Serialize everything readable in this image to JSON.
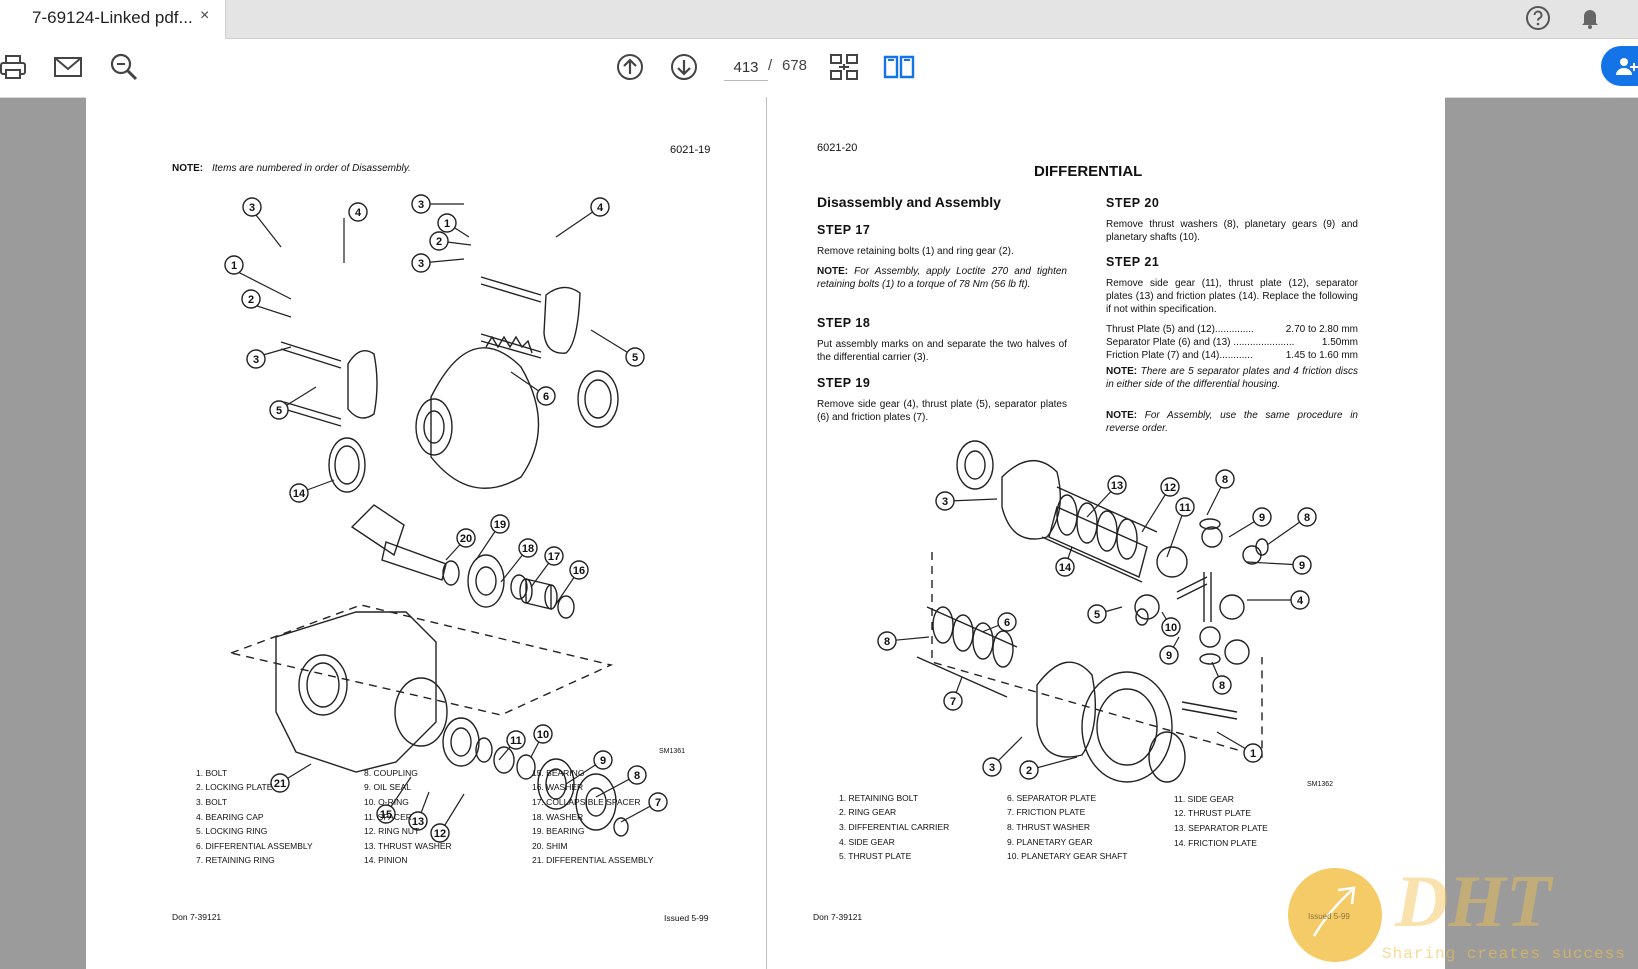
{
  "tab": {
    "title": "7-69124-Linked pdf...",
    "close": "×"
  },
  "toolbar": {
    "page_current": "413",
    "page_separator": "/",
    "page_total": "678"
  },
  "left_page": {
    "header_number": "6021-19",
    "note_label": "NOTE:",
    "note_text": "Items are numbered in order of Disassembly.",
    "figure_code": "SM1361",
    "callouts": [
      "3",
      "4",
      "1",
      "2",
      "3",
      "5",
      "3",
      "1",
      "2",
      "3",
      "4",
      "5",
      "6",
      "14",
      "20",
      "19",
      "18",
      "17",
      "16",
      "21",
      "15",
      "13",
      "12",
      "11",
      "10",
      "9",
      "8",
      "7"
    ],
    "legend": [
      [
        "1. BOLT",
        "2. LOCKING PLATE",
        "3. BOLT",
        "4. BEARING CAP",
        "5. LOCKING RING",
        "6. DIFFERENTIAL ASSEMBLY",
        "7. RETAINING RING"
      ],
      [
        "8. COUPLING",
        "9. OIL SEAL",
        "10. O-RING",
        "11. SPACER",
        "12. RING NUT",
        "13. THRUST WASHER",
        "14. PINION"
      ],
      [
        "15. BEARING",
        "16. WASHER",
        "17. COLLAPSIBLE SPACER",
        "18. WASHER",
        "19. BEARING",
        "20. SHIM",
        "21. DIFFERENTIAL ASSEMBLY"
      ]
    ],
    "footer_left": "Don 7-39121",
    "footer_right": "Issued 5-99"
  },
  "right_page": {
    "header_number": "6021-20",
    "title": "DIFFERENTIAL",
    "subtitle": "Disassembly and Assembly",
    "step17_title": "STEP  17",
    "step17_text": "Remove retaining bolts (1) and ring gear (2).",
    "step17_note_label": "NOTE:",
    "step17_note_text": "For Assembly, apply Loctite 270 and tighten retaining bolts (1) to a torque of 78 Nm (56 lb ft).",
    "step18_title": "STEP  18",
    "step18_text": "Put assembly marks on and separate the two halves of the differential carrier (3).",
    "step19_title": "STEP  19",
    "step19_text": "Remove side gear (4), thrust plate (5), separator plates (6) and friction plates (7).",
    "step20_title": "STEP  20",
    "step20_text": "Remove thrust washers (8), planetary gears (9) and planetary shafts (10).",
    "step21_title": "STEP  21",
    "step21_text": "Remove side gear (11), thrust plate (12), separator plates (13) and friction plates (14). Replace the following if not within specification.",
    "specs": [
      [
        "Thrust Plate (5) and (12)..............",
        "2.70 to 2.80 mm"
      ],
      [
        "Separator Plate (6) and (13) ......................",
        "1.50mm"
      ],
      [
        "Friction Plate (7) and (14)............",
        "1.45 to 1.60 mm"
      ]
    ],
    "note2_label": "NOTE:",
    "note2_text": "There are 5 separator plates and 4 friction discs in either side of the differential housing.",
    "note3_label": "NOTE:",
    "note3_text": "For Assembly, use the same procedure in reverse order.",
    "figure_code": "SM1362",
    "callouts": [
      "3",
      "13",
      "12",
      "8",
      "11",
      "9",
      "8",
      "14",
      "9",
      "4",
      "6",
      "8",
      "5",
      "10",
      "9",
      "7",
      "8",
      "3",
      "2",
      "1"
    ],
    "legend": [
      [
        "1. RETAINING BOLT",
        "2. RING GEAR",
        "3. DIFFERENTIAL CARRIER",
        "4. SIDE GEAR",
        "5. THRUST PLATE"
      ],
      [
        "6. SEPARATOR PLATE",
        "7. FRICTION PLATE",
        "8. THRUST WASHER",
        "9. PLANETARY GEAR",
        "10. PLANETARY GEAR SHAFT"
      ],
      [
        "11. SIDE GEAR",
        "12. THRUST PLATE",
        "13. SEPARATOR PLATE",
        "14. FRICTION PLATE"
      ]
    ],
    "footer_left": "Don 7-39121",
    "footer_right": "Issued 5-99"
  },
  "watermark": {
    "brand": "DHT",
    "tagline": "Sharing creates success"
  },
  "colors": {
    "accent": "#1473e6",
    "chrome": "#e4e4e4",
    "canvas": "#9b9b9b",
    "watermark": "#f2c14e"
  },
  "icons": [
    "print-icon",
    "mail-icon",
    "zoom-icon",
    "prev-page-icon",
    "next-page-icon",
    "fit-page-icon",
    "two-page-icon",
    "help-icon",
    "bell-icon",
    "share-user-icon"
  ]
}
